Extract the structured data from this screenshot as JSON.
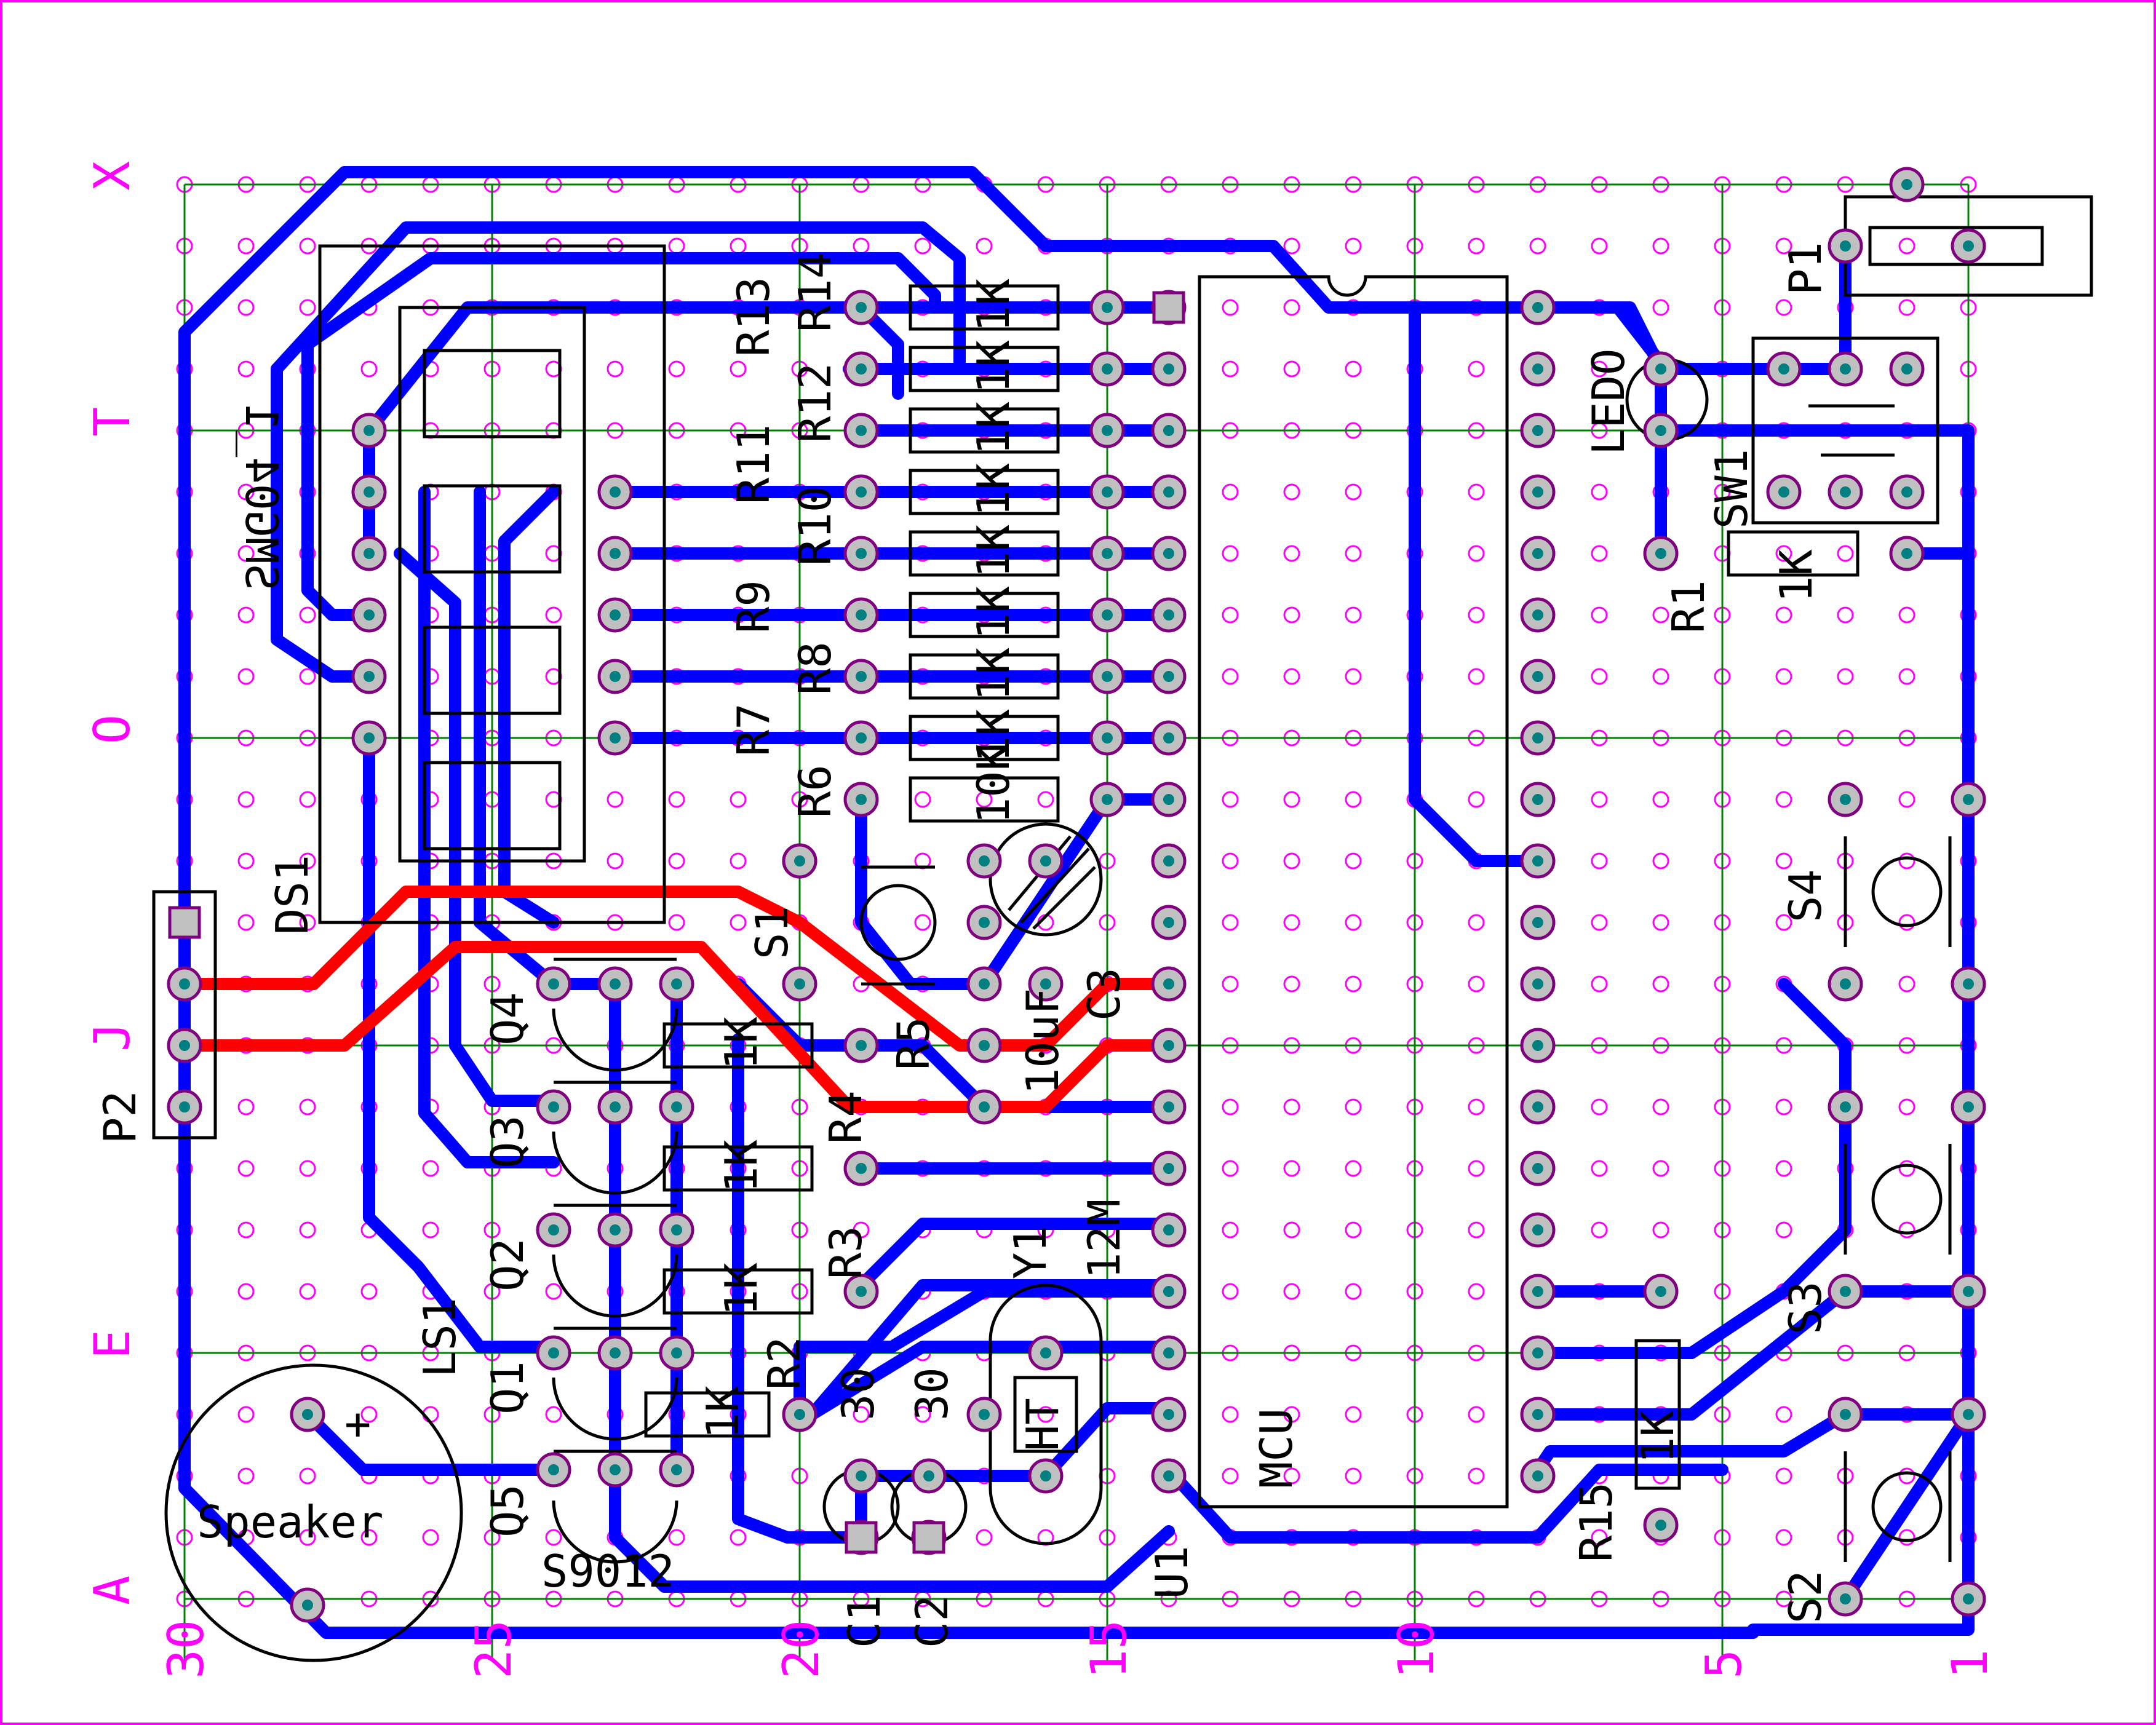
{
  "colors": {
    "background": "#ffffff",
    "frame": "#ff00ff",
    "grid_hole": "#ff00ff",
    "grid_line": "#008000",
    "trace_bottom": "#0000ff",
    "trace_top": "#ff0000",
    "outline": "#000000",
    "pad_ring": "#800080",
    "pad_fill": "#c0c0c0",
    "pad_core": "#008080",
    "label": "#000000",
    "axis_label": "#ff00ff"
  },
  "axis": {
    "rows": [
      "X",
      "T",
      "O",
      "J",
      "E",
      "A"
    ],
    "cols": [
      "30",
      "25",
      "20",
      "15",
      "10",
      "5",
      "1"
    ]
  },
  "labels": {
    "smg": "SMG04_1",
    "ds1": "DS1",
    "p2": "P2",
    "p1": "P1",
    "ledo": "LEDO",
    "sw1": "SW1",
    "r1": "R1",
    "r1_val": "1K",
    "r13": "R13",
    "r14": "R14",
    "r12": "R12",
    "r11": "R11",
    "r10": "R10",
    "r9": "R9",
    "r8": "R8",
    "r7": "R7",
    "r6": "R6",
    "r6_val": "10K",
    "r_1k": "1K",
    "s1": "S1",
    "r5": "R5",
    "r4": "R4",
    "r3": "R3",
    "r2": "R2",
    "r15": "R15",
    "c3": "C3",
    "c3_val": "10uF",
    "y1": "Y1",
    "y1_val": "12M",
    "ht": "HT",
    "mcu": "MCU",
    "u1": "U1",
    "c1": "C1",
    "c2": "C2",
    "c30a": "30",
    "c30b": "30",
    "q1": "Q1",
    "q2": "Q2",
    "q3": "Q3",
    "q4": "Q4",
    "q5": "Q5",
    "s9012": "S9012",
    "ls1": "LS1",
    "speaker": "Speaker",
    "plus": "+",
    "s2": "S2",
    "s3": "S3",
    "s4": "S4"
  }
}
